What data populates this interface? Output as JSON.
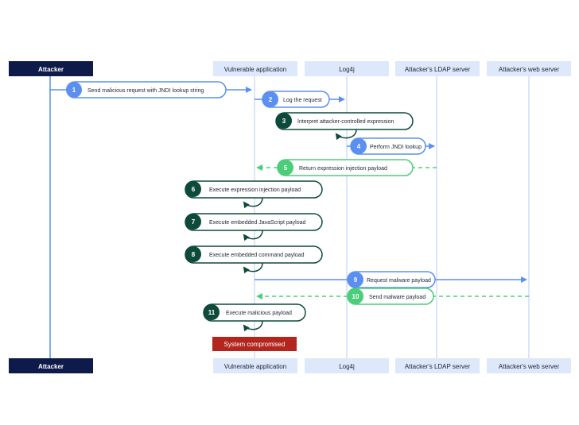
{
  "actors": [
    {
      "id": "attacker",
      "label": "Attacker",
      "style": "dark"
    },
    {
      "id": "vuln-app",
      "label": "Vulnerable application",
      "style": "light"
    },
    {
      "id": "log4j",
      "label": "Log4j",
      "style": "light"
    },
    {
      "id": "ldap",
      "label": "Attacker's LDAP server",
      "style": "light"
    },
    {
      "id": "web",
      "label": "Attacker's web server",
      "style": "light"
    }
  ],
  "steps": [
    {
      "num": "1",
      "label": "Send malicious request with JNDI lookup string",
      "kind": "request",
      "from": "attacker",
      "to": "vuln-app"
    },
    {
      "num": "2",
      "label": "Log the request",
      "kind": "request",
      "from": "vuln-app",
      "to": "log4j"
    },
    {
      "num": "3",
      "label": "Interpret attacker-controlled expression",
      "kind": "self",
      "on": "log4j"
    },
    {
      "num": "4",
      "label": "Perform JNDI lookup",
      "kind": "request",
      "from": "log4j",
      "to": "ldap"
    },
    {
      "num": "5",
      "label": "Return expression injection payload",
      "kind": "response",
      "from": "ldap",
      "to": "vuln-app"
    },
    {
      "num": "6",
      "label": "Execute expression injection payload",
      "kind": "self",
      "on": "vuln-app"
    },
    {
      "num": "7",
      "label": "Execute embedded JavaScript payload",
      "kind": "self",
      "on": "vuln-app"
    },
    {
      "num": "8",
      "label": "Execute embedded command payload",
      "kind": "self",
      "on": "vuln-app"
    },
    {
      "num": "9",
      "label": "Request malware payload",
      "kind": "request",
      "from": "vuln-app",
      "to": "web"
    },
    {
      "num": "10",
      "label": "Send malware payload",
      "kind": "response",
      "from": "web",
      "to": "vuln-app"
    },
    {
      "num": "11",
      "label": "Execute malicious payload",
      "kind": "self",
      "on": "vuln-app"
    }
  ],
  "result_label": "System compromised",
  "colors": {
    "actor_dark": "#0e1a4a",
    "actor_light": "#dde8fb",
    "request": "#5b8ff0",
    "response": "#4ccd7a",
    "self": "#0d4a3a",
    "lifeline_attacker": "#5b8ff0",
    "lifeline": "#c4d6f4",
    "result": "#b3261e",
    "text_dark": "#1c2433"
  }
}
